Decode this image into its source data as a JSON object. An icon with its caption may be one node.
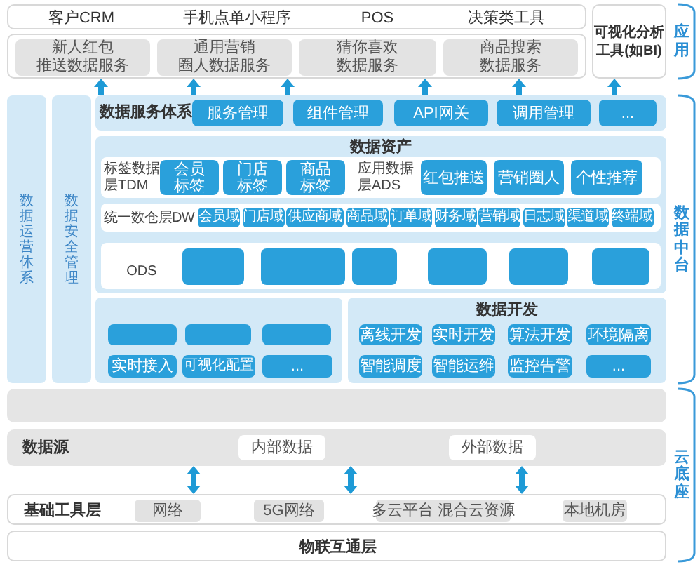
{
  "diagram": {
    "nodes": [
      {
        "text": [
          "客户CRM",
          "手机点单小程序",
          "POS",
          "决策类工具"
        ]
      },
      {
        "text": [],
        "shape": "box"
      },
      {
        "text": [
          "新人红包推送数据服务"
        ],
        "in": 1
      },
      {
        "text": [
          "通用营销圈人数据服务"
        ],
        "in": 1
      },
      {
        "text": [
          "猜你喜欢数据服务"
        ],
        "in": 1
      },
      {
        "text": [
          "商品搜索数据服务"
        ],
        "in": 1
      },
      {
        "text": [
          "可视化分析工具(如BI)"
        ]
      },
      {
        "text": [
          "数据运营体系"
        ]
      },
      {
        "text": [
          "数据安全管理"
        ]
      },
      {
        "text": [
          "数据服务体系"
        ]
      },
      {
        "text": [
          "服务管理"
        ],
        "in": 9
      },
      {
        "text": [
          "组件管理"
        ],
        "in": 9
      },
      {
        "text": [
          "API网关"
        ],
        "in": 9
      },
      {
        "text": [
          "调用管理"
        ],
        "in": 9
      },
      {
        "text": [
          "..."
        ],
        "in": 9
      },
      {
        "text": [
          "数据资产"
        ]
      },
      {
        "text": [
          "标签数据层TDM",
          "应用数据层ADS"
        ],
        "in": 15
      },
      {
        "text": [
          "会员标签"
        ],
        "in": 16
      },
      {
        "text": [
          "门店标签"
        ],
        "in": 16
      },
      {
        "text": [
          "商品标签"
        ],
        "in": 16
      },
      {
        "text": [
          "红包推送"
        ],
        "in": 16
      },
      {
        "text": [
          "营销圈人"
        ],
        "in": 16
      },
      {
        "text": [
          "个性推荐"
        ],
        "in": 16
      },
      {
        "text": [
          "统一数仓层DW"
        ],
        "in": 15
      },
      {
        "text": [
          "会员域"
        ],
        "in": 23
      },
      {
        "text": [
          "门店域"
        ],
        "in": 23
      },
      {
        "text": [
          "供应商域"
        ],
        "in": 23
      },
      {
        "text": [
          "商品域"
        ],
        "in": 23
      },
      {
        "text": [
          "订单域"
        ],
        "in": 23
      },
      {
        "text": [
          "财务域"
        ],
        "in": 23
      },
      {
        "text": [
          "营销域"
        ],
        "in": 23
      },
      {
        "text": [
          "日志域"
        ],
        "in": 23
      },
      {
        "text": [
          "渠道域"
        ],
        "in": 23
      },
      {
        "text": [
          "终端域"
        ],
        "in": 23
      },
      {
        "text": [
          "ODS"
        ],
        "in": 15
      },
      {
        "text": [],
        "shape": "box",
        "in": 34
      },
      {
        "text": [],
        "shape": "box",
        "in": 34
      },
      {
        "text": [],
        "shape": "box",
        "in": 34
      },
      {
        "text": [],
        "shape": "box",
        "in": 34
      },
      {
        "text": [],
        "shape": "box",
        "in": 34
      },
      {
        "text": [],
        "shape": "box",
        "in": 34
      },
      {
        "text": [],
        "shape": "box"
      },
      {
        "text": [],
        "shape": "box",
        "in": 41
      },
      {
        "text": [],
        "shape": "box",
        "in": 41
      },
      {
        "text": [],
        "shape": "box",
        "in": 41
      },
      {
        "text": [
          "实时接入"
        ],
        "in": 41
      },
      {
        "text": [
          "可视化配置"
        ],
        "in": 41
      },
      {
        "text": [
          "..."
        ],
        "in": 41
      },
      {
        "text": [
          "数据开发"
        ]
      },
      {
        "text": [
          "离线开发"
        ],
        "in": 48
      },
      {
        "text": [
          "实时开发"
        ],
        "in": 48
      },
      {
        "text": [
          "算法开发"
        ],
        "in": 48
      },
      {
        "text": [
          "环境隔离"
        ],
        "in": 48
      },
      {
        "text": [
          "智能调度"
        ],
        "in": 48
      },
      {
        "text": [
          "智能运维"
        ],
        "in": 48
      },
      {
        "text": [
          "监控告警"
        ],
        "in": 48
      },
      {
        "text": [
          "..."
        ],
        "in": 48
      },
      {
        "text": [],
        "shape": "box"
      },
      {
        "text": [
          "数据源"
        ]
      },
      {
        "text": [
          "内部数据"
        ],
        "in": 58
      },
      {
        "text": [
          "外部数据"
        ],
        "in": 58
      },
      {
        "text": [
          "基础工具层"
        ]
      },
      {
        "text": [
          "网络"
        ],
        "in": 61
      },
      {
        "text": [
          "5G网络"
        ],
        "in": 61
      },
      {
        "text": [
          "多云平台 混合云资源"
        ],
        "in": 61
      },
      {
        "text": [
          "本地机房"
        ],
        "in": 61
      },
      {
        "text": [
          "物联互通层"
        ]
      }
    ],
    "edges": [
      {
        "from": 9,
        "to": 1,
        "arrow": "to"
      },
      {
        "from": 9,
        "to": 1,
        "arrow": "to"
      },
      {
        "from": 9,
        "to": 1,
        "arrow": "to"
      },
      {
        "from": 9,
        "to": 1,
        "arrow": "to"
      },
      {
        "from": 9,
        "to": 1,
        "arrow": "to"
      },
      {
        "from": 9,
        "to": 6,
        "arrow": "to"
      },
      {
        "from": 58,
        "to": 61,
        "arrow": "both"
      },
      {
        "from": 58,
        "to": 61,
        "arrow": "both"
      },
      {
        "from": 58,
        "to": 61,
        "arrow": "both"
      }
    ],
    "labels": [
      "应用",
      "数据中台",
      "云底座"
    ]
  }
}
